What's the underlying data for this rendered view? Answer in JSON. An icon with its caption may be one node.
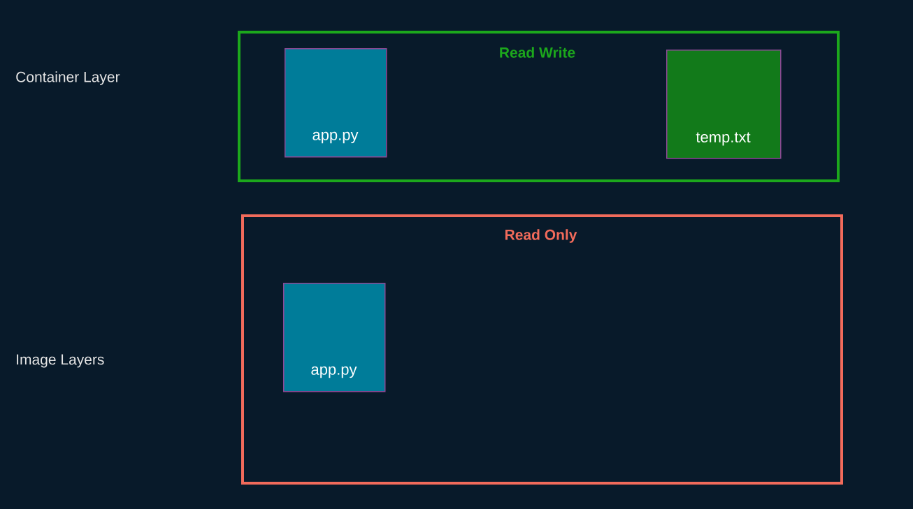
{
  "diagram": {
    "nodes": [
      {
        "text": [
          "Read Write"
        ]
      },
      {
        "text": [
          "app.py"
        ],
        "in": 0
      },
      {
        "text": [
          "temp.txt"
        ],
        "in": 0
      },
      {
        "text": [
          "Read Only"
        ]
      },
      {
        "text": [
          "app.py"
        ],
        "in": 3
      }
    ],
    "labels": [
      "Container Layer",
      "Image Layers"
    ]
  }
}
